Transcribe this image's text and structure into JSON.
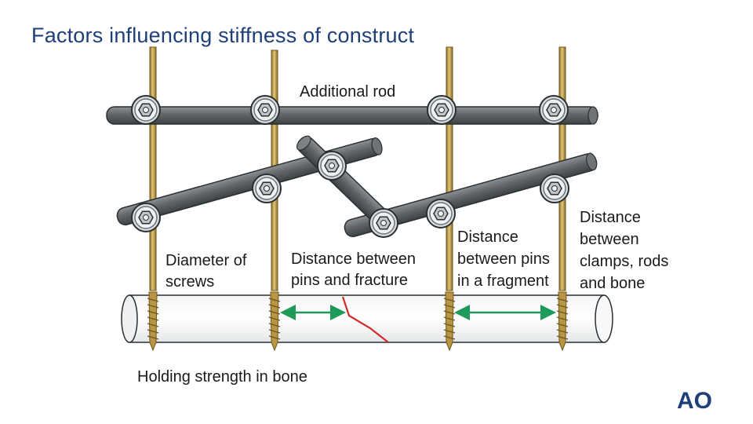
{
  "title": "Factors influencing stiffness of construct",
  "labels": {
    "additional_rod": "Additional rod",
    "diameter_l1": "Diameter of",
    "diameter_l2": "screws",
    "dist_fracture_l1": "Distance between",
    "dist_fracture_l2": "pins and fracture",
    "dist_fragment_l1": "Distance",
    "dist_fragment_l2": "between pins",
    "dist_fragment_l3": "in a fragment",
    "dist_clamps_l1": "Distance",
    "dist_clamps_l2": "between",
    "dist_clamps_l3": "clamps, rods",
    "dist_clamps_l4": "and bone",
    "holding": "Holding strength in bone"
  },
  "logo": "AO",
  "colors": {
    "title": "#1f3f78",
    "rod": "#5f6569",
    "pin": "#c9a955",
    "arrow": "#1e9a5a",
    "fracture": "#d42a2a"
  }
}
